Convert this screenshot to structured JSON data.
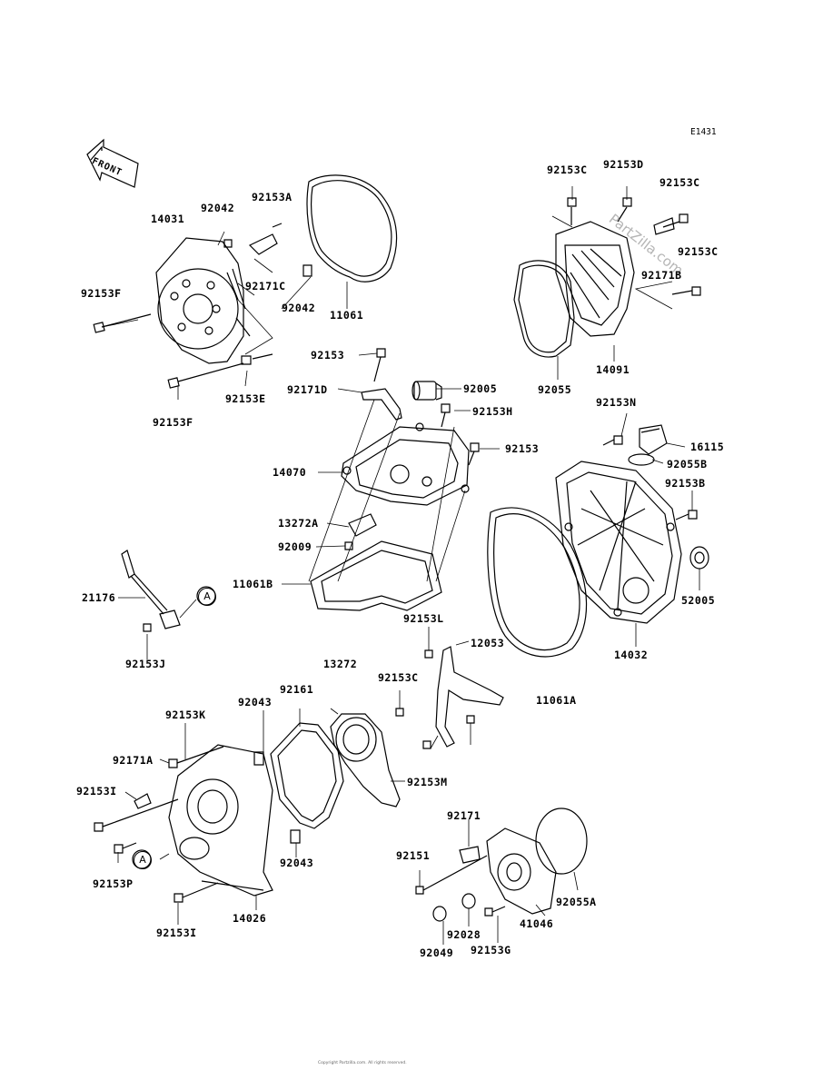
{
  "diagram_code": "E1431",
  "watermark": "PartZilla.com",
  "front_marker": "FRONT",
  "reference_marker": "A",
  "footer": "Copyright Partzilla.com. All rights reserved.",
  "callouts": [
    "14031",
    "92042",
    "92153A",
    "92153F",
    "92171C",
    "92042",
    "11061",
    "92153",
    "92153E",
    "92153F",
    "92153C",
    "92153D",
    "92153C",
    "92153C",
    "92171B",
    "92055",
    "14091",
    "92171D",
    "92005",
    "92153H",
    "92153",
    "14070",
    "13272A",
    "92009",
    "11061B",
    "92153N",
    "16115",
    "92055B",
    "92153B",
    "52005",
    "14032",
    "21176",
    "92153J",
    "92153L",
    "12053",
    "11061A",
    "13272",
    "92153K",
    "92043",
    "92161",
    "92153C",
    "92171A",
    "92153I",
    "92153P",
    "92043",
    "92153M",
    "92153I",
    "14026",
    "92171",
    "92151",
    "41046",
    "92055A",
    "92028",
    "92049",
    "92153G"
  ]
}
